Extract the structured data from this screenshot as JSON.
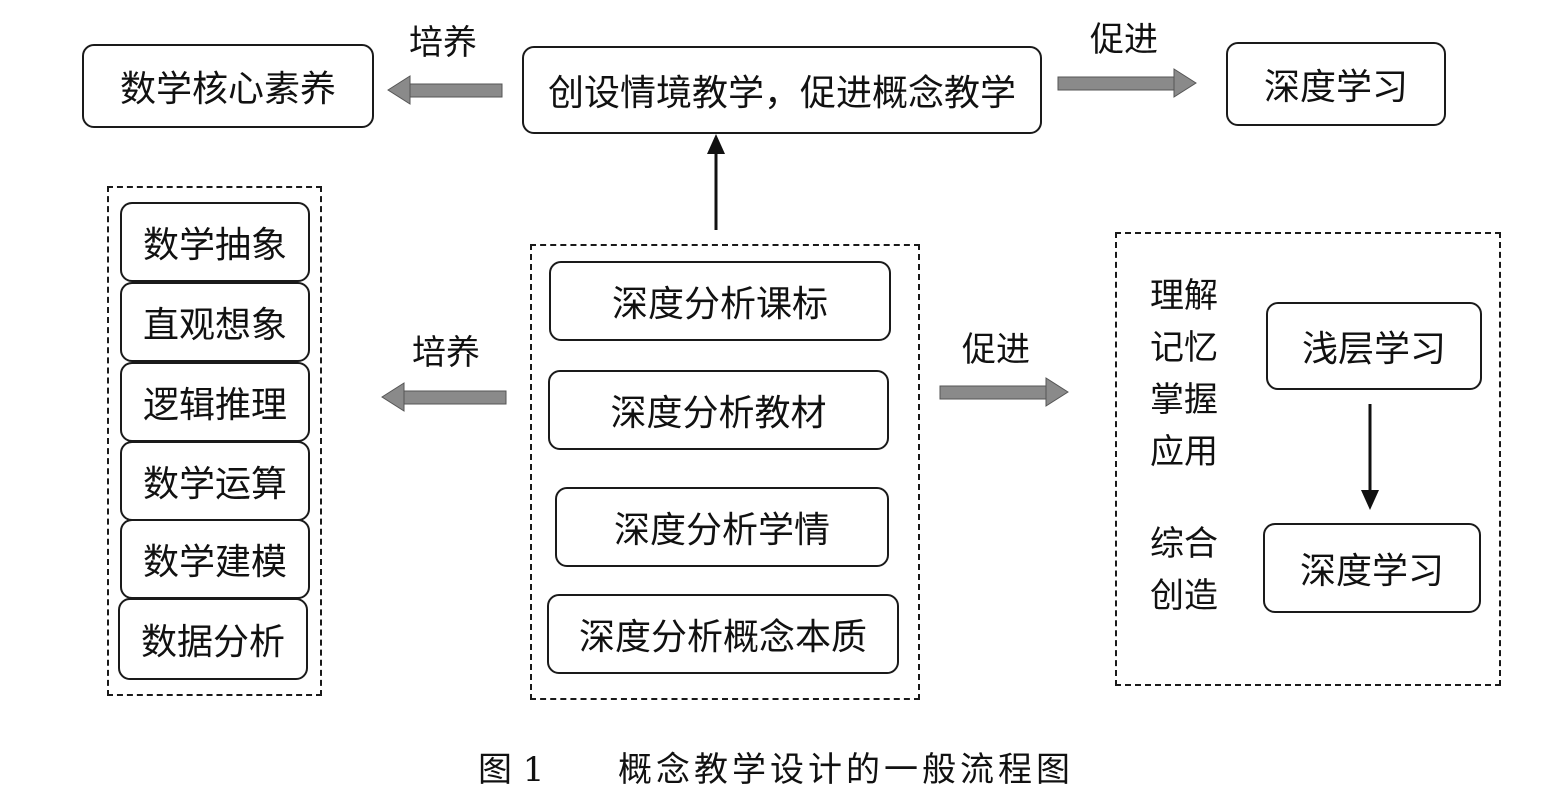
{
  "top_row": {
    "core_literacy": "数学核心素养",
    "cultivate_label": "培养",
    "center": "创设情境教学，促进概念教学",
    "promote_label": "促进",
    "deep_learning": "深度学习"
  },
  "literacy_list": [
    "数学抽象",
    "直观想象",
    "逻辑推理",
    "数学运算",
    "数学建模",
    "数据分析"
  ],
  "middle": {
    "cultivate_label": "培养",
    "promote_label": "促进",
    "analysis_items": [
      "深度分析课标",
      "深度分析教材",
      "深度分析学情",
      "深度分析概念本质"
    ]
  },
  "learning_levels": {
    "shallow_verbs": [
      "理解",
      "记忆",
      "掌握",
      "应用"
    ],
    "shallow": "浅层学习",
    "deep_verbs": [
      "综合",
      "创造"
    ],
    "deep": "深度学习"
  },
  "caption": {
    "number": "图 1",
    "title": "概念教学设计的一般流程图"
  }
}
